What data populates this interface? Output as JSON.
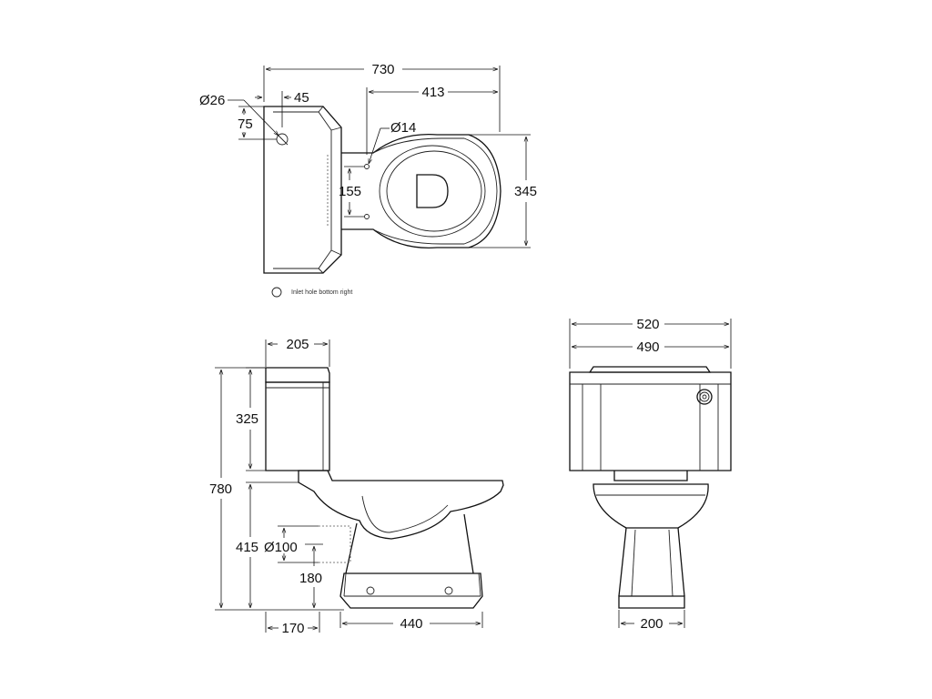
{
  "plan_view": {
    "dims": {
      "overall_length": "730",
      "pan_length": "413",
      "inlet_dia": "Ø26",
      "inlet_offset_x": "45",
      "inlet_offset_y": "75",
      "seat_fix_dia": "Ø14",
      "seat_fix_spacing": "155",
      "pan_width": "345"
    },
    "note": "Inlet hole bottom right"
  },
  "side_view": {
    "dims": {
      "cistern_depth": "205",
      "cistern_height": "325",
      "overall_height": "780",
      "pan_height": "415",
      "outlet_dia": "Ø100",
      "outlet_height": "180",
      "outlet_setback": "170",
      "base_length": "440"
    }
  },
  "front_view": {
    "dims": {
      "lid_width": "520",
      "cistern_width": "490",
      "base_width": "200"
    }
  }
}
